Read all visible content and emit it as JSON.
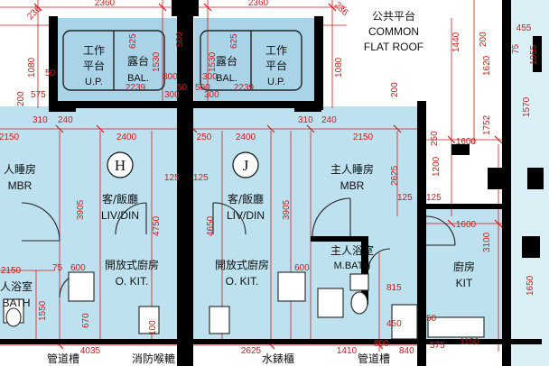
{
  "colors": {
    "room_fill": "#bde1ee",
    "balcony_fill": "#a9d3e6",
    "wall": "#000000",
    "dimension": "#d21a1a",
    "paper": "#ffffff"
  },
  "roof": {
    "cn": "公共平台",
    "en_line1": "COMMON",
    "en_line2": "FLAT ROOF"
  },
  "units": {
    "left": {
      "letter": "H"
    },
    "right": {
      "letter": "J"
    }
  },
  "rooms": {
    "up_left": {
      "cn1": "工作",
      "cn2": "平台",
      "en": "U.P."
    },
    "bal_left": {
      "cn": "露台",
      "en": "BAL."
    },
    "bal_right": {
      "cn": "露台",
      "en": "BAL."
    },
    "up_right": {
      "cn1": "工作",
      "cn2": "平台",
      "en": "U.P."
    },
    "mbr_left": {
      "cn": "人睡房",
      "en": "MBR"
    },
    "liv_left": {
      "cn": "客/飯廳",
      "en": "LIV/DIN"
    },
    "liv_right": {
      "cn": "客/飯廳",
      "en": "LIV/DIN"
    },
    "mbr_right": {
      "cn": "主人睡房",
      "en": "MBR"
    },
    "kit_left": {
      "cn": "開放式廚房",
      "en": "O. KIT."
    },
    "kit_right": {
      "cn": "開放式廚房",
      "en": "O. KIT."
    },
    "bath_left": {
      "cn": "人浴室",
      "en": "BATH"
    },
    "bath_right": {
      "cn": "主人浴室",
      "en": "M.BATH"
    },
    "kitchen_east": {
      "cn": "廚房",
      "en": "KIT"
    }
  },
  "bottom": {
    "duct_left": "管道槽",
    "fire_hose": "消防喉轆",
    "water_meter": "水錶櫃",
    "duct_right": "管道槽"
  },
  "dimensions": {
    "top_236_a": "236",
    "top_2360_a": "2360",
    "top_2360_b": "2360",
    "top_236_b": "236",
    "d_1440": "1440",
    "d_455": "455",
    "d_200_tr": "200",
    "d_1620": "1620",
    "d_75_r1": "75",
    "d_1055": "1055",
    "d_1570": "1570",
    "d_625_l": "625",
    "d_625_r": "625",
    "d_1530_l": "1530",
    "d_1530_r": "1530",
    "d_500_a": "500",
    "d_500_b": "500",
    "d_300_a": "300",
    "d_300_b": "300",
    "d_300_c": "300",
    "d_300_d": "300",
    "d_2239_a": "2239",
    "d_2239_b": "2239",
    "d_50_a": "50",
    "d_50_b": "50",
    "d_1080_l": "1080",
    "d_1080_r": "1080",
    "d_575": "575",
    "d_200_bl": "200",
    "d_200_br": "200",
    "d_310_l": "310",
    "d_240_l": "240",
    "d_310_r": "310",
    "d_240_r": "240",
    "d_2150_l": "2150",
    "d_2400_l": "2400",
    "d_250_m": "250",
    "d_2400_r": "2400",
    "d_2150_r": "2150",
    "d_1600_a": "1600",
    "d_1752": "1752",
    "d_250_r": "250",
    "d_1200": "1200",
    "d_2625_v": "2625",
    "d_125_a": "125",
    "d_125_b": "125",
    "d_125_c": "125",
    "d_125_d": "125",
    "d_3905_l": "3905",
    "d_3905_r": "3905",
    "d_4750": "4750",
    "d_4650": "4650",
    "d_1600_b": "1600",
    "d_3100": "3100",
    "d_1650": "1650",
    "d_2150_bl": "2150",
    "d_600_l": "600",
    "d_600_r": "600",
    "d_815": "815",
    "d_1550": "1550",
    "d_670": "670",
    "d_450": "450",
    "d_4035": "4035",
    "d_2625_h": "2625",
    "d_1410": "1410",
    "d_800": "800",
    "d_840": "840",
    "d_1150": "1150",
    "d_575_b": "575",
    "d_100": "100",
    "d_75": "75",
    "d_50_c": "50"
  }
}
